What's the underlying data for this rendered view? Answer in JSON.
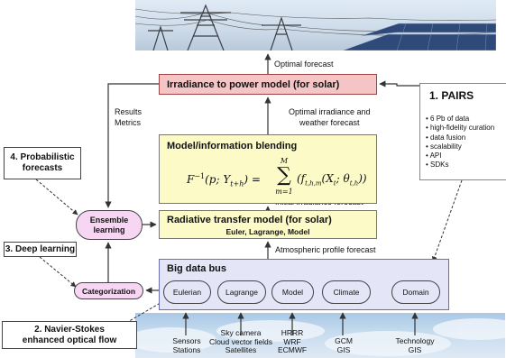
{
  "nodes": {
    "irradiance_to_power": "Irradiance to power model (for solar)",
    "blending_title": "Model/information blending",
    "formula": "F⁻¹(p; Yₜ₊ₕ) = Σₘ₌₁ᴹ (fₜ,ₕ,ₘ(Xₜ; θₜ,ₕ))",
    "formula_lhs": "F",
    "formula_sup": "−1",
    "formula_arg": "(p; Y",
    "formula_arg_sub": "t+h",
    "formula_close": ")",
    "formula_eq": "=",
    "formula_sum_top": "M",
    "formula_sum_bottom": "m=1",
    "formula_rhs": "(f",
    "formula_rhs_sub": "t,h,m",
    "formula_rhs_mid": "(X",
    "formula_rhs_sub2": "t",
    "formula_rhs_mid2": "; θ",
    "formula_rhs_sub3": "t,h",
    "formula_rhs_close": "))",
    "radiative_title": "Radiative transfer model (for solar)",
    "radiative_sub": "Euler, Lagrange, Model",
    "bus_title": "Big data bus",
    "bus_pills": [
      "Eulerian",
      "Lagrange",
      "Model",
      "Climate",
      "Domain"
    ],
    "ensemble": [
      "Ensemble",
      "learning"
    ],
    "categorization": "Categorization"
  },
  "flows": {
    "optimal_forecast": "Optimal forecast",
    "optimal_irr": [
      "Optimal irradiance and",
      "weather forecast"
    ],
    "initial_irr": "Initial irradiance forecast",
    "atmospheric": "Atmospheric profile forecast",
    "results": [
      "Results",
      "Metrics"
    ]
  },
  "pairs": {
    "title": "1. PAIRS",
    "items": [
      "6 Pb of data",
      "high-fidelity curation",
      "data fusion",
      "scalability",
      "API",
      "SDKs"
    ]
  },
  "callouts": {
    "probabilistic": [
      "4. Probabilistic",
      "forecasts"
    ],
    "deep_learning": "3. Deep learning",
    "navier": [
      "2. Navier-Stokes",
      "enhanced optical flow"
    ]
  },
  "sources": {
    "sensors": [
      "Sensors",
      "Stations"
    ],
    "sky": [
      "Sky camera",
      "Cloud vector fields",
      "Satellites"
    ],
    "models": [
      "HRRR",
      "WRF",
      "ECMWF"
    ],
    "climate": [
      "GCM",
      "GIS"
    ],
    "domain": [
      "Technology",
      "GIS"
    ]
  },
  "colors": {
    "irr_fill": "#f5c4c4",
    "blend_fill": "#fcfbc8",
    "bus_fill": "#e4e6f7",
    "pill_pink": "#f7d6f4"
  }
}
